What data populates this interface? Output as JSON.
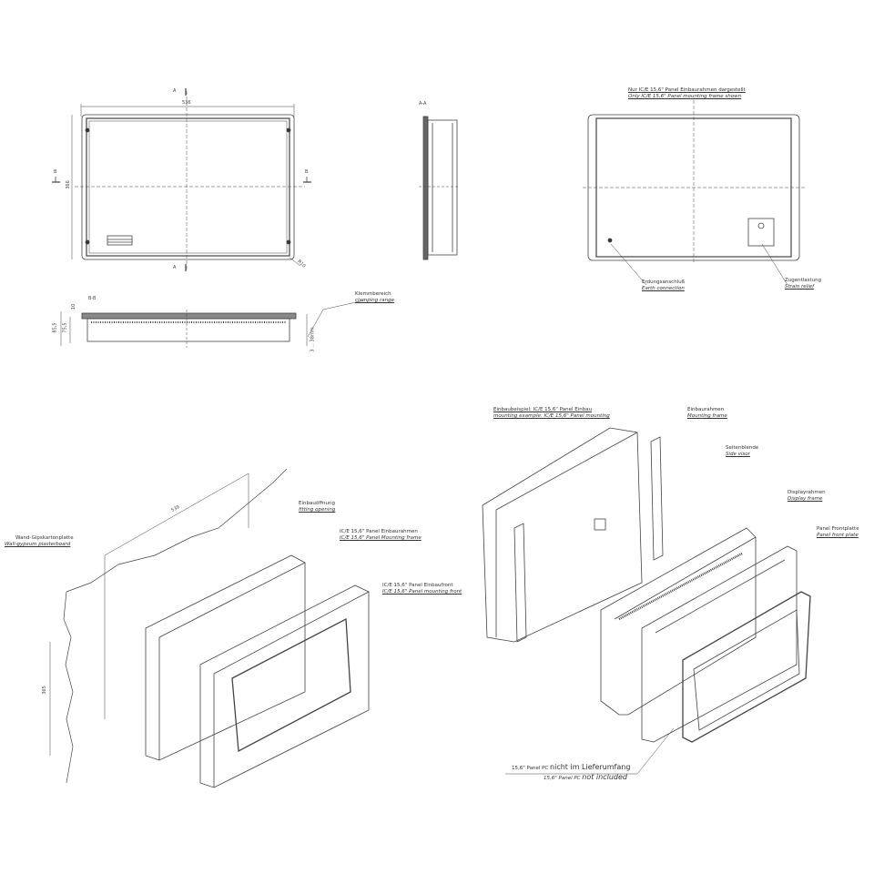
{
  "top_left_view": {
    "width_dim": "536",
    "height_dim": "366",
    "radius_dim": "R10",
    "section_a_top": "A",
    "section_a_bottom": "A",
    "section_b_left": "B",
    "section_b_right": "B"
  },
  "section_aa": {
    "title": "A-A"
  },
  "section_bb": {
    "title": "B-B",
    "dim_10": "10",
    "dim_85_5": "85,5",
    "dim_75_5": "75,5",
    "clamp_dim": "3 ... 38mm",
    "clamping_de": "Klemmbereich",
    "clamping_en": "clamping range"
  },
  "top_right_view": {
    "note_de": "Nur IC/E 15,6\" Panel Einbaurahmen dargestellt",
    "note_en": "Only IC/E 15,6\" Panel mounting frame shown",
    "earth_de": "Erdungsanschluß",
    "earth_en": "Earth connection",
    "strain_de": "Zugentlastung",
    "strain_en": "Strain relief"
  },
  "bottom_left_view": {
    "wall_de": "Wand-Gipskartonplatte",
    "wall_en": "Wall-gypsum plasterboard",
    "opening_de": "Einbauöffnung",
    "opening_en": "fitting opening",
    "frame_de": "IC/E 15,6\" Panel Einbaurahmen",
    "frame_en": "IC/E 15,6\" Panel Mounting frame",
    "front_de": "IC/E 15,6\" Panel Einbaufront",
    "front_en": "IC/E 15,6\" Panel mounting front",
    "dim_width": "539",
    "dim_height": "365"
  },
  "bottom_right_view": {
    "example_de": "Einbaubeispiel: IC/E 15,6\" Panel Einbau",
    "example_en": "mounting example: IC/E 15,6\" Panel mounting",
    "mframe_de": "Einbaurahmen",
    "mframe_en": "Mounting frame",
    "visor_de": "Seitenblende",
    "visor_en": "Side visor",
    "dframe_de": "Displayrahmen",
    "dframe_en": "Display frame",
    "fplate_de": "Panel Frontplatte",
    "fplate_en": "Panel front plate",
    "notincl_de_small": "15,6\" Panel PC",
    "notincl_de_big": "nicht im Lieferumfang",
    "notincl_en_small": "15,6\" Panel PC",
    "notincl_en_big": "not included"
  }
}
